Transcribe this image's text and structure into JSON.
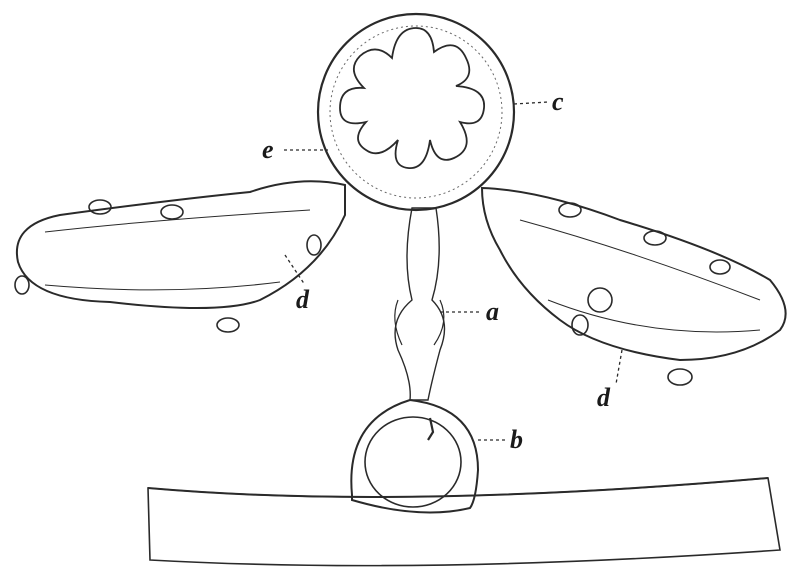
{
  "labels": {
    "a": "a",
    "b": "b",
    "c": "c",
    "d_left": "d",
    "d_right": "d",
    "e": "e"
  },
  "colors": {
    "ink": "#2a2a2a",
    "paper": "#ffffff",
    "stipple": "#6a6a6a"
  }
}
